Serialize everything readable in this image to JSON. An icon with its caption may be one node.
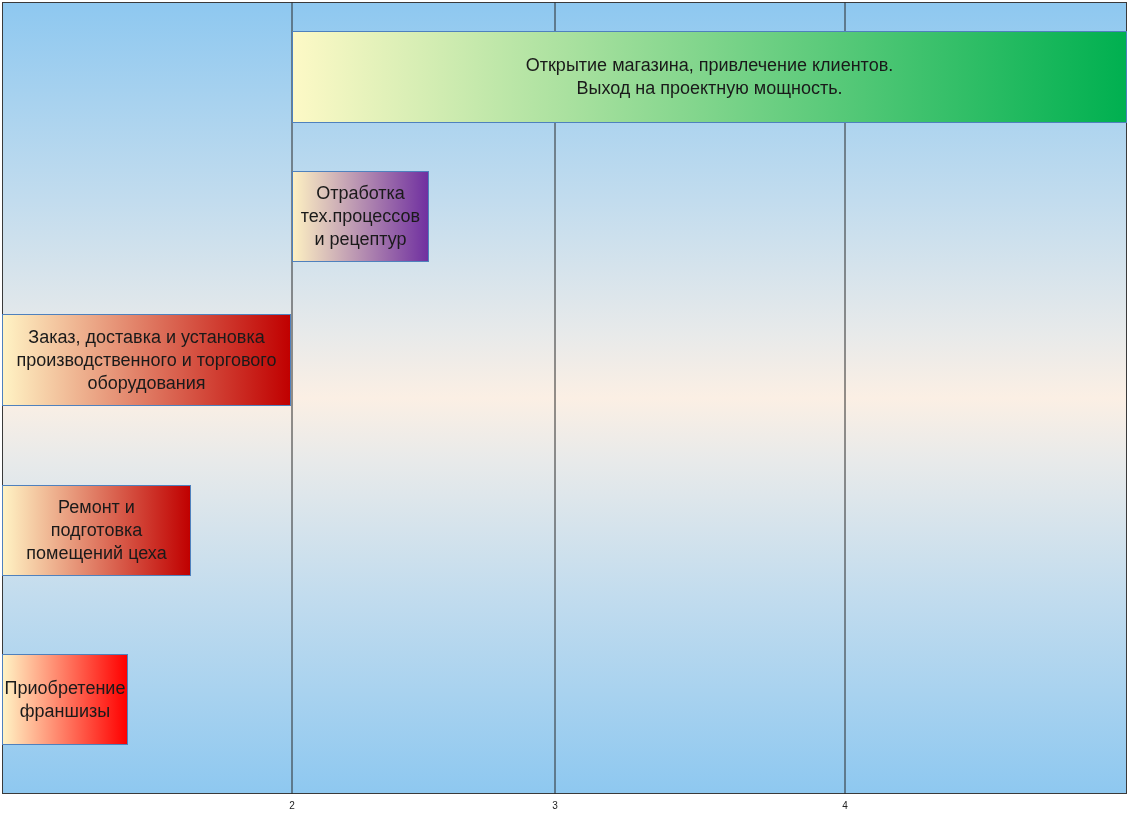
{
  "diagram": {
    "nodes": [
      {
        "text": [
          "Открытие магазина, привлечение клиентов. Выход на проектную мощность."
        ]
      },
      {
        "text": [
          "Отработка тех.процессов и рецептур"
        ]
      },
      {
        "text": [
          "Заказ, доставка и установка производственного и торгового оборудования"
        ]
      },
      {
        "text": [
          "Ремонт и подготовка помещений цеха"
        ]
      },
      {
        "text": [
          "Приобретение франшизы"
        ]
      }
    ],
    "labels": [
      "2",
      "3",
      "4"
    ]
  }
}
